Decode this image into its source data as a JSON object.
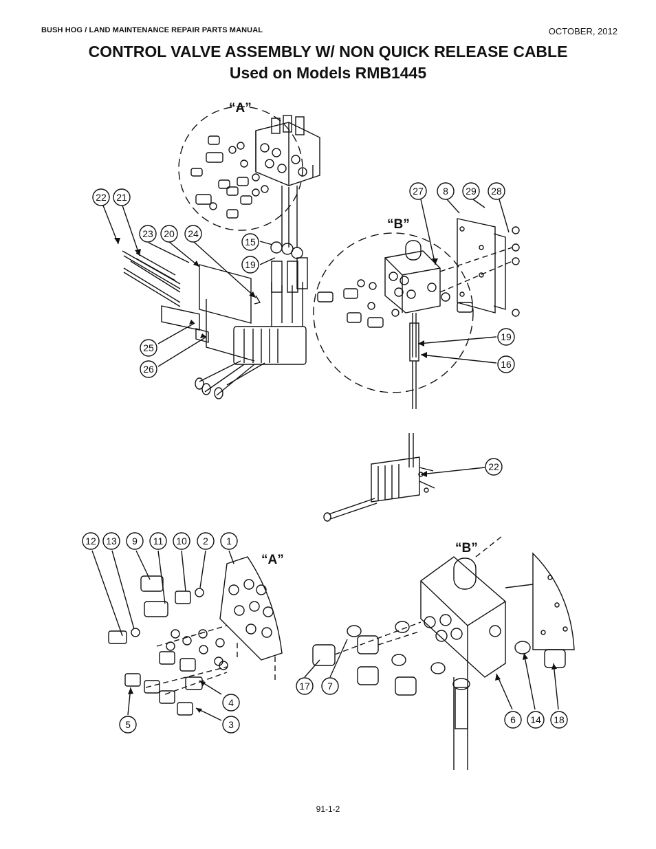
{
  "header": {
    "manual": "BUSH HOG / LAND MAINTENANCE REPAIR PARTS MANUAL",
    "date": "OCTOBER, 2012"
  },
  "title": {
    "line1": "CONTROL VALVE ASSEMBLY W/ NON QUICK RELEASE CABLE",
    "line2": "Used on Models RMB1445"
  },
  "footer": {
    "page_number": "91-1-2"
  },
  "detail_labels": {
    "a_upper": "“A”",
    "b_upper": "“B”",
    "a_lower": "“A”",
    "b_lower": "“B”"
  },
  "callouts": {
    "c22a": "22",
    "c21": "21",
    "c23": "23",
    "c20": "20",
    "c24": "24",
    "c15": "15",
    "c19a": "19",
    "c25": "25",
    "c26": "26",
    "c27": "27",
    "c8": "8",
    "c29": "29",
    "c28": "28",
    "c19b": "19",
    "c16": "16",
    "c22b": "22",
    "c12": "12",
    "c13": "13",
    "c9": "9",
    "c11": "11",
    "c10": "10",
    "c2": "2",
    "c1": "1",
    "c4": "4",
    "c5": "5",
    "c3": "3",
    "c17": "17",
    "c7": "7",
    "c6": "6",
    "c14": "14",
    "c18": "18"
  },
  "colors": {
    "ink": "#111111",
    "paper": "#ffffff"
  }
}
